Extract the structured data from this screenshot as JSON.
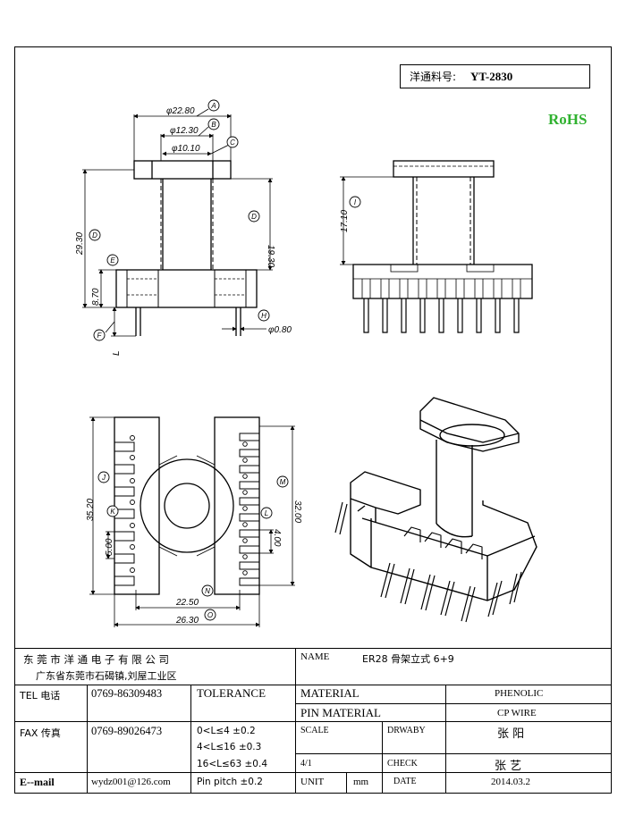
{
  "header": {
    "part_label": "洋通料号:",
    "part_number": "YT-2830",
    "rohs": "RoHS"
  },
  "dimensions": {
    "d22_80": "φ22.80",
    "d12_30": "φ12.30",
    "d10_10": "φ10.10",
    "d29_30": "29.30",
    "d19_30": "19.30",
    "d8_70": "8.70",
    "d0_80": "φ0.80",
    "d17_10": "17.10",
    "d35_20": "35.20",
    "d5_00": "5.00",
    "d32_00": "32.00",
    "d4_00": "4.00",
    "d22_50": "22.50",
    "d26_30": "26.30",
    "L": "L"
  },
  "callouts": [
    "A",
    "B",
    "C",
    "D",
    "D",
    "E",
    "F",
    "H",
    "I",
    "J",
    "K",
    "L",
    "M",
    "N",
    "O"
  ],
  "titleblock": {
    "company_name": "东 莞 市 洋 通 电 子 有 限 公 司",
    "company_address": "广东省东莞市石碣镇,刘屋工业区",
    "name_label": "NAME",
    "name_value": "ER28 骨架立式 6+9",
    "tel_label": "TEL 电话",
    "tel_value": "0769-86309483",
    "tolerance_label": "TOLERANCE",
    "material_label": "MATERIAL",
    "material_value": "PHENOLIC",
    "pin_material_label": "PIN MATERIAL",
    "pin_material_value": "CP WIRE",
    "fax_label": "FAX 传真",
    "fax_value": "0769-89026473",
    "tol1": "0<L≤4   ±0.2",
    "tol2": "4<L≤16  ±0.3",
    "tol3": "16<L≤63  ±0.4",
    "tol4": "Pin pitch ±0.2",
    "scale_label": "SCALE",
    "scale_value": "4/1",
    "drawby_label": "DRWABY",
    "drawby_value": "张 阳",
    "check_label": "CHECK",
    "check_value": "张 艺",
    "email_label": "E--mail",
    "email_value": "wydz001@126.com",
    "unit_label": "UNIT",
    "unit_value": "mm",
    "date_label": "DATE",
    "date_value": "2014.03.2"
  }
}
